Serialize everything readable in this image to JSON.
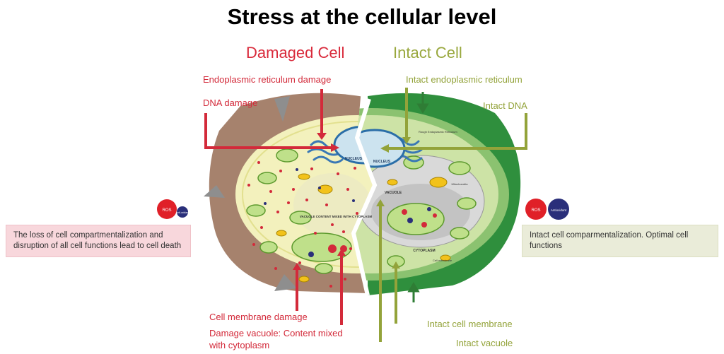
{
  "title": "Stress at the cellular level",
  "headings": {
    "damaged": "Damaged Cell",
    "intact": "Intact Cell"
  },
  "damaged_labels": {
    "er": "Endoplasmic reticulum damage",
    "dna": "DNA damage",
    "membrane": "Cell membrane damage",
    "vacuole": "Damage vacuole:  Content mixed with cytoplasm"
  },
  "intact_labels": {
    "er": "Intact endoplasmic reticulum",
    "dna": "Intact DNA",
    "membrane": "Intact cell membrane",
    "vacuole": "Intact vacuole"
  },
  "boxes": {
    "left": "The loss of cell compartmentalization and disruption of all cell functions lead to cell death",
    "right": "Intact cell comparmentalization.  Optimal cell functions"
  },
  "badges": {
    "ros_left": "ROS",
    "antioxidant_left": "Anti-oxidant",
    "ros_right": "ROS",
    "antioxidant_right": "Antioxidant"
  },
  "cell_text": {
    "nucleus_left": "NUCLEUS",
    "nucleus_right": "NUCLEUS",
    "vacuole": "VACUOLE",
    "vacuole_mixed": "VACUOLE CONTENT MIXED WITH CYTOPLASM",
    "cytoplasm": "CYTOPLASM",
    "mitochondria": "Mitochondria",
    "rough_er": "Rough Endoplasmic Reticulum",
    "cell_membrane": "Cell membrane"
  },
  "colors": {
    "red": "#d32a3a",
    "green": "#93a33a",
    "cell_wall_brown": "#a6826d",
    "cell_wall_green": "#2f8f3d",
    "cytoplasm_yellow": "#f3f1bd",
    "cytoplasm_green": "#cde3a6"
  }
}
